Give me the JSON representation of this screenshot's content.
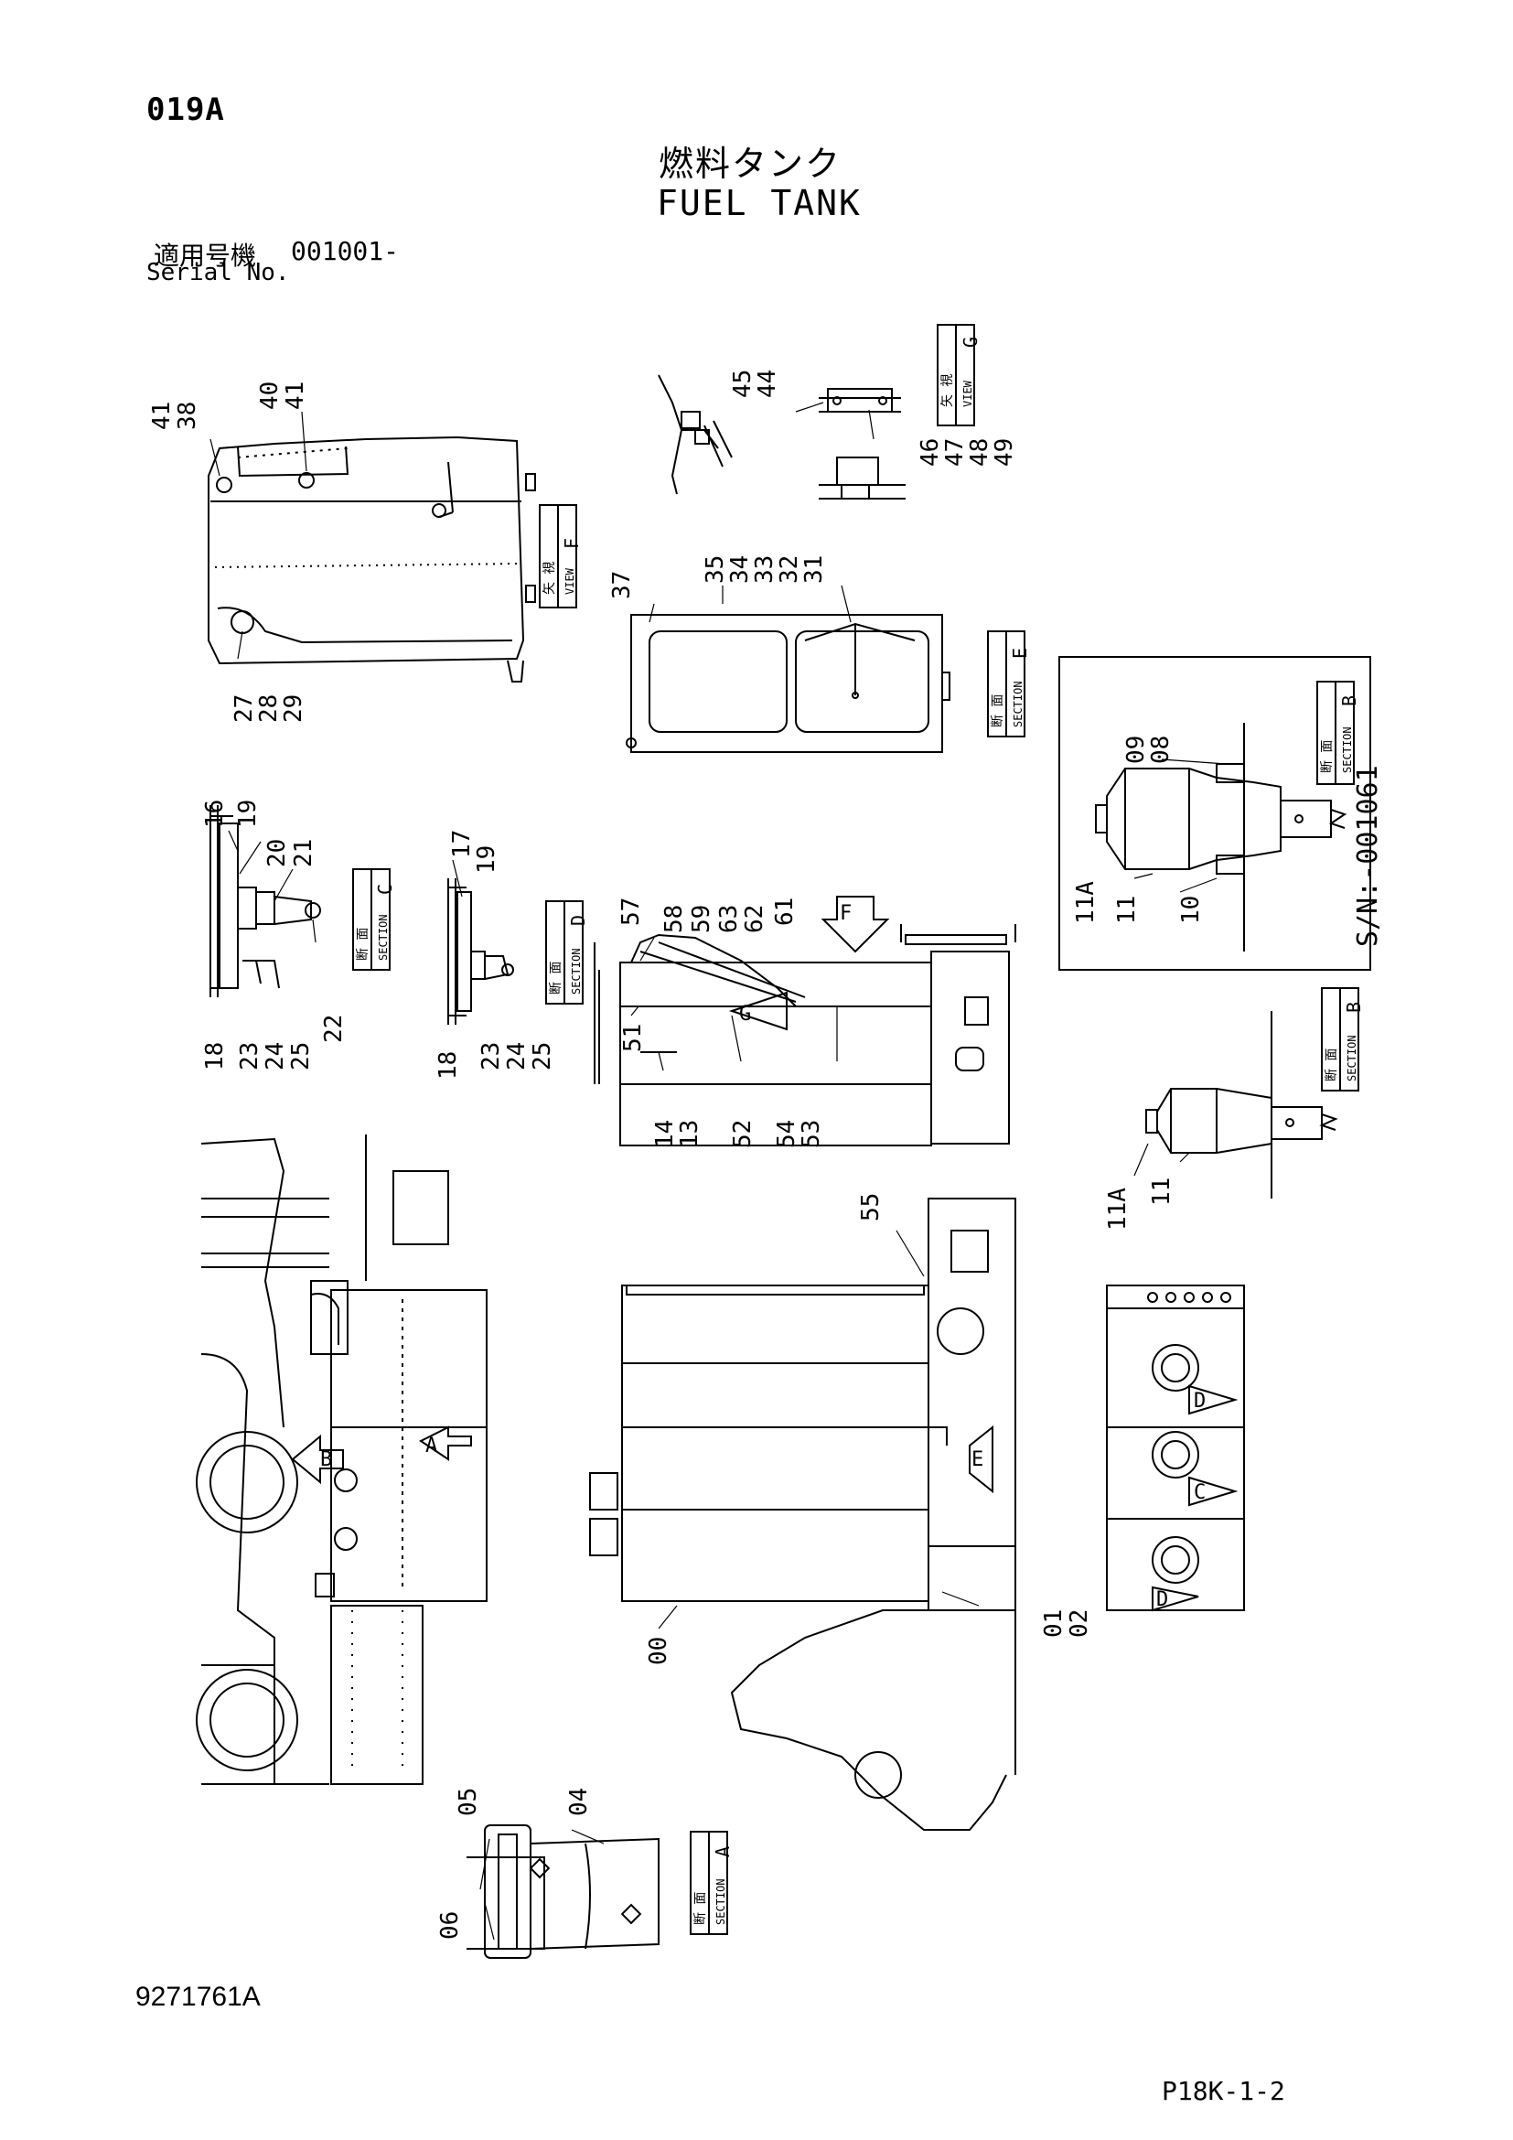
{
  "header": {
    "page_code": "019A",
    "title_jp": "燃料タンク",
    "title_en": "FUEL TANK",
    "serial_jp": "適用号機",
    "serial_range": "001001-",
    "serial_en": "Serial No."
  },
  "footer": {
    "drawing_no": "9271761A",
    "page_ref": "P18K-1-2"
  },
  "view_tags": {
    "view_word": "VIEW",
    "section_word": "SECTION",
    "view_jp": "矢 視",
    "section_jp": "断 面",
    "F": "F",
    "G": "G",
    "E": "E",
    "C": "C",
    "D": "D",
    "B": "B",
    "A": "A"
  },
  "inset": {
    "serial_note": "S/N:-001061"
  },
  "part_numbers": {
    "p00": "00",
    "p01": "01",
    "p02": "02",
    "p04": "04",
    "p05": "05",
    "p06": "06",
    "p08": "08",
    "p09": "09",
    "p10": "10",
    "p11": "11",
    "p11a": "11A",
    "p13": "13",
    "p14": "14",
    "p16": "16",
    "p17": "17",
    "p18": "18",
    "p19": "19",
    "p20": "20",
    "p21": "21",
    "p22": "22",
    "p23": "23",
    "p24": "24",
    "p25": "25",
    "p27": "27",
    "p28": "28",
    "p29": "29",
    "p31": "31",
    "p32": "32",
    "p33": "33",
    "p34": "34",
    "p35": "35",
    "p37": "37",
    "p38": "38",
    "p40": "40",
    "p41": "41",
    "p44": "44",
    "p45": "45",
    "p46": "46",
    "p47": "47",
    "p48": "48",
    "p49": "49",
    "p51": "51",
    "p52": "52",
    "p53": "53",
    "p54": "54",
    "p55": "55",
    "p57": "57",
    "p58": "58",
    "p59": "59",
    "p61": "61",
    "p62": "62",
    "p63": "63"
  }
}
